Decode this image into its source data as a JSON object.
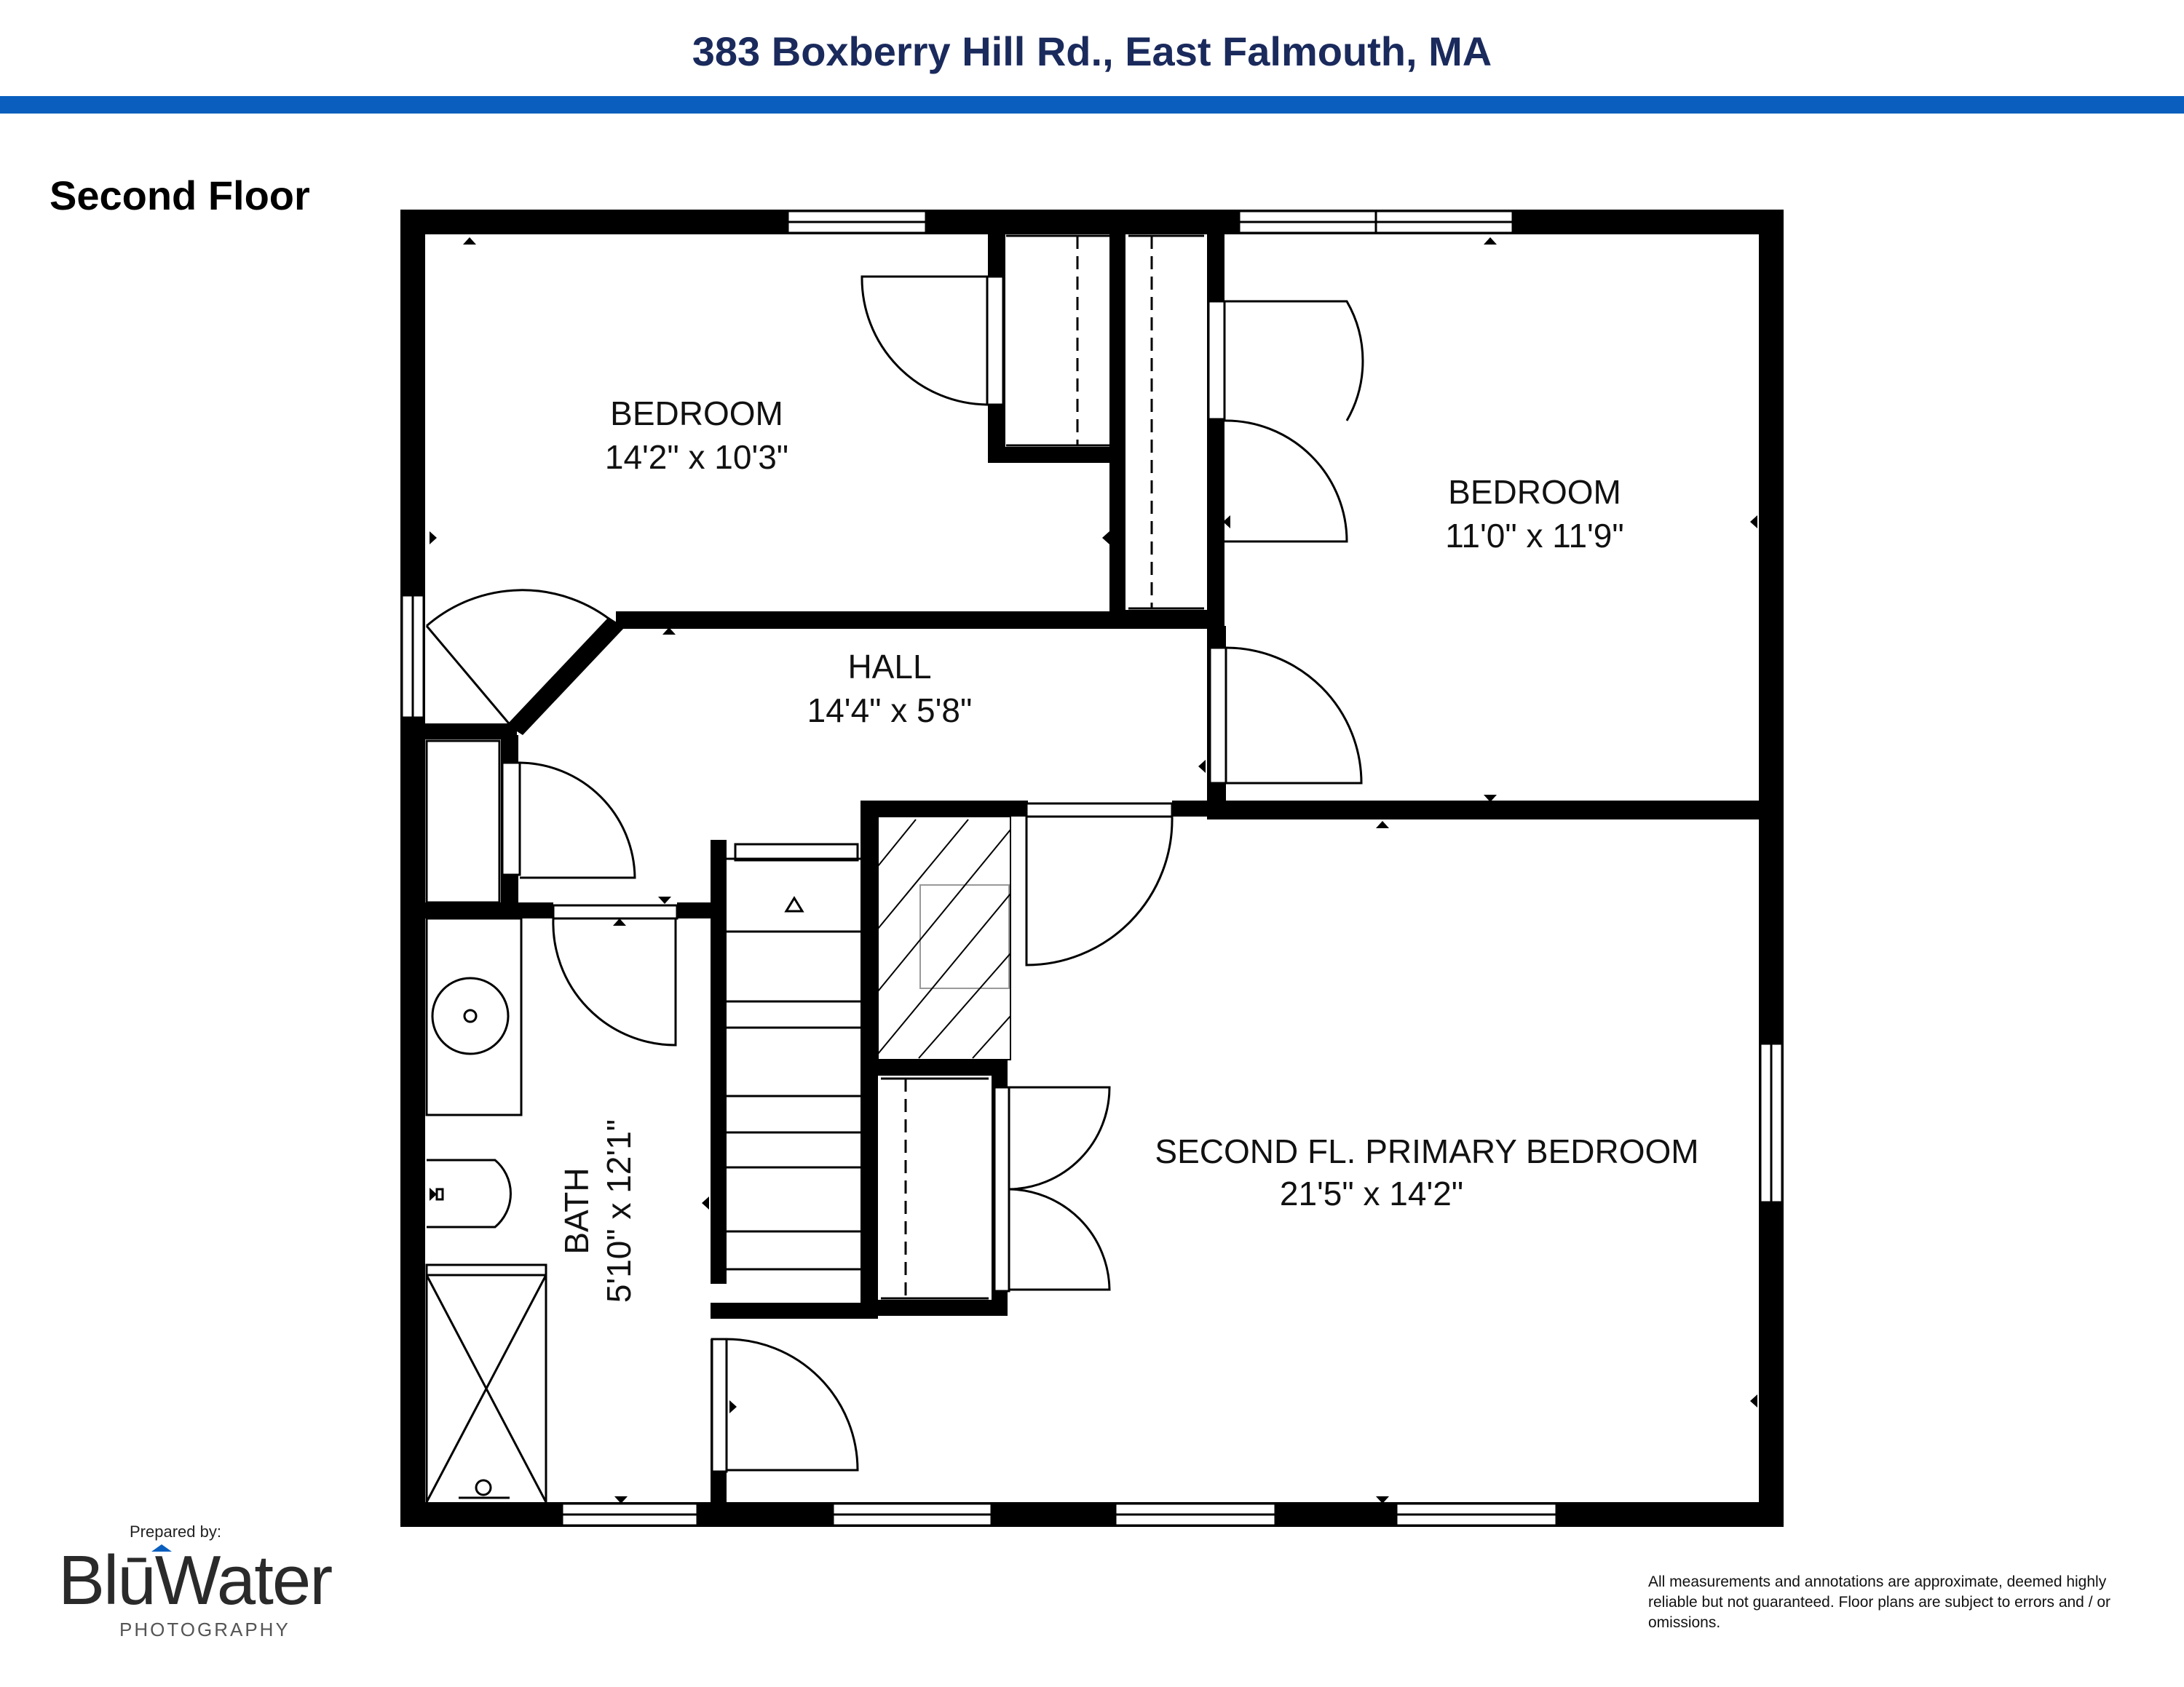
{
  "header": {
    "address": "383 Boxberry Hill Rd., East Falmouth, MA"
  },
  "floor": {
    "label": "Second Floor"
  },
  "rooms": [
    {
      "name": "BEDROOM",
      "dims": "14'2\" x 10'3\""
    },
    {
      "name": "BEDROOM",
      "dims": "11'0\" x 11'9\""
    },
    {
      "name": "HALL",
      "dims": "14'4\" x 5'8\""
    },
    {
      "name": "SECOND FL. PRIMARY BEDROOM",
      "dims": "21'5\" x 14'2\""
    },
    {
      "name": "BATH",
      "dims": "5'10\" x 12'1\""
    }
  ],
  "footer": {
    "prepared_by": "Prepared by:",
    "logo_word": "BlūWater",
    "logo_sub": "PHOTOGRAPHY",
    "disclaimer": "All measurements and annotations are approximate, deemed highly reliable but not guaranteed. Floor plans are subject to errors and / or omissions."
  },
  "colors": {
    "title": "#1a2a5c",
    "rule": "#0a5fbe",
    "wall": "#000000"
  }
}
